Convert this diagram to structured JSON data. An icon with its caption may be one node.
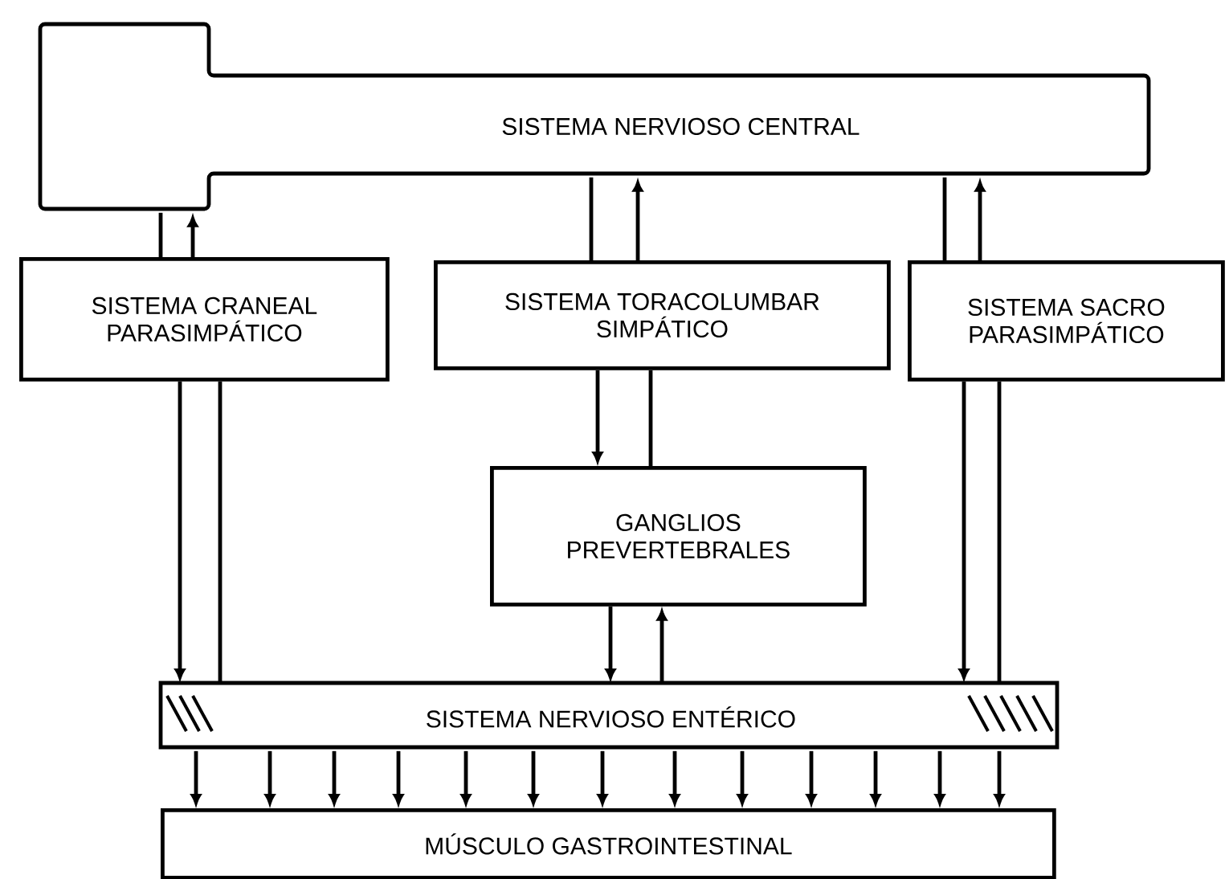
{
  "diagram": {
    "nodes": [
      {
        "text": [
          "SISTEMA NERVIOSO CENTRAL"
        ]
      },
      {
        "text": [
          "SISTEMA CRANEAL PARASIMPÁTICO"
        ]
      },
      {
        "text": [
          "SISTEMA TORACOLUMBAR SIMPÁTICO"
        ]
      },
      {
        "text": [
          "SISTEMA SACRO PARASIMPÁTICO"
        ]
      },
      {
        "text": [
          "GANGLIOS PREVERTEBRALES"
        ]
      },
      {
        "text": [
          "SISTEMA NERVIOSO ENTÉRICO"
        ]
      },
      {
        "text": [
          "MÚSCULO GASTROINTESTINAL"
        ]
      }
    ],
    "edges": [
      {
        "from": 0,
        "to": 1,
        "arrow": "none"
      },
      {
        "from": 1,
        "to": 0,
        "arrow": "to"
      },
      {
        "from": 0,
        "to": 2,
        "arrow": "none"
      },
      {
        "from": 2,
        "to": 0,
        "arrow": "to"
      },
      {
        "from": 0,
        "to": 3,
        "arrow": "none"
      },
      {
        "from": 3,
        "to": 0,
        "arrow": "to"
      },
      {
        "from": 1,
        "to": 5,
        "arrow": "to"
      },
      {
        "from": 1,
        "to": 5,
        "arrow": "none"
      },
      {
        "from": 2,
        "to": 4,
        "arrow": "to"
      },
      {
        "from": 2,
        "to": 4,
        "arrow": "none"
      },
      {
        "from": 3,
        "to": 5,
        "arrow": "to"
      },
      {
        "from": 3,
        "to": 5,
        "arrow": "none"
      },
      {
        "from": 4,
        "to": 5,
        "arrow": "to"
      },
      {
        "from": 5,
        "to": 4,
        "arrow": "to"
      },
      {
        "from": 5,
        "to": 6,
        "arrow": "to"
      },
      {
        "from": 5,
        "to": 6,
        "arrow": "to"
      },
      {
        "from": 5,
        "to": 6,
        "arrow": "to"
      },
      {
        "from": 5,
        "to": 6,
        "arrow": "to"
      },
      {
        "from": 5,
        "to": 6,
        "arrow": "to"
      },
      {
        "from": 5,
        "to": 6,
        "arrow": "to"
      },
      {
        "from": 5,
        "to": 6,
        "arrow": "to"
      },
      {
        "from": 5,
        "to": 6,
        "arrow": "to"
      },
      {
        "from": 5,
        "to": 6,
        "arrow": "to"
      },
      {
        "from": 5,
        "to": 6,
        "arrow": "to"
      },
      {
        "from": 5,
        "to": 6,
        "arrow": "to"
      },
      {
        "from": 5,
        "to": 6,
        "arrow": "to"
      },
      {
        "from": 5,
        "to": 6,
        "arrow": "to"
      }
    ]
  }
}
